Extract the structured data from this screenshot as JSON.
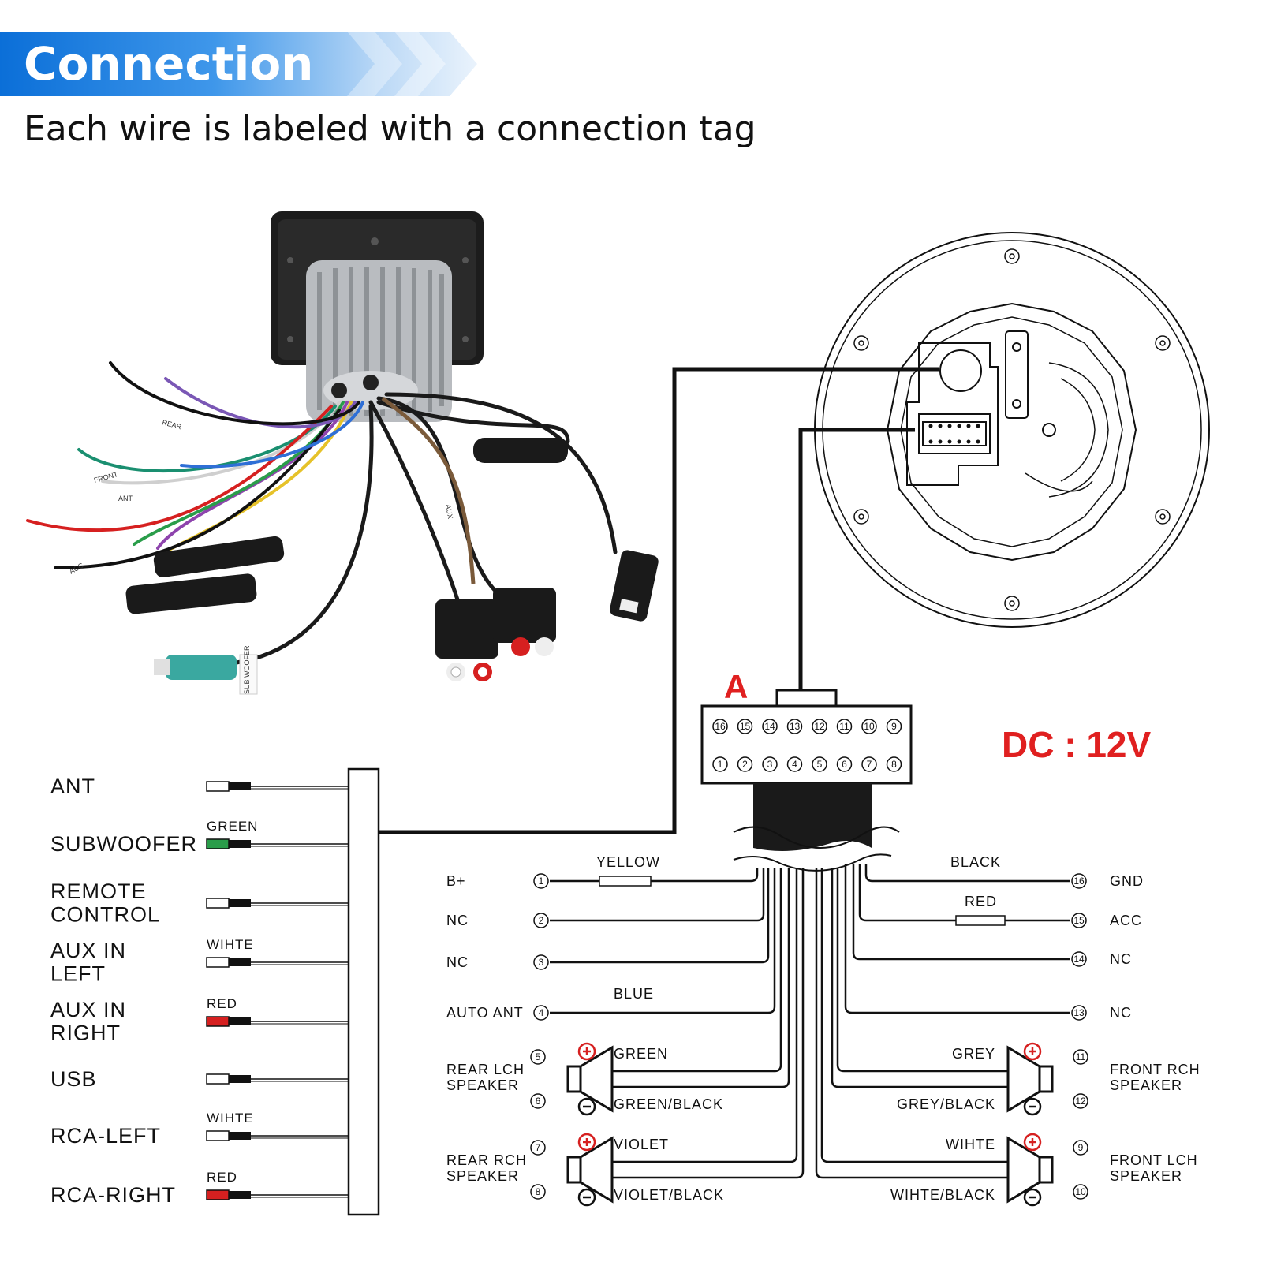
{
  "header": {
    "title": "Connection",
    "subtitle": "Each wire is labeled with a connection tag",
    "accent_color": "#1a7fe0"
  },
  "left_panel": {
    "items": [
      {
        "label": "ANT",
        "color_tag": "",
        "plug_color": "#ffffff"
      },
      {
        "label": "SUBWOOFER",
        "color_tag": "GREEN",
        "plug_color": "#2a9d4a"
      },
      {
        "label": "REMOTE\nCONTROL",
        "color_tag": "",
        "plug_color": "#ffffff"
      },
      {
        "label": "AUX IN\nLEFT",
        "color_tag": "WIHTE",
        "plug_color": "#ffffff"
      },
      {
        "label": "AUX IN\nRIGHT",
        "color_tag": "RED",
        "plug_color": "#d62020"
      },
      {
        "label": "USB",
        "color_tag": "",
        "plug_color": "#ffffff"
      },
      {
        "label": "RCA-LEFT",
        "color_tag": "WIHTE",
        "plug_color": "#ffffff"
      },
      {
        "label": "RCA-RIGHT",
        "color_tag": "RED",
        "plug_color": "#d62020"
      }
    ]
  },
  "connector": {
    "label": "A",
    "top_pins": [
      "16",
      "15",
      "14",
      "13",
      "12",
      "11",
      "10",
      "9"
    ],
    "bottom_pins": [
      "1",
      "2",
      "3",
      "4",
      "5",
      "6",
      "7",
      "8"
    ]
  },
  "power": {
    "text": "DC : 12V",
    "color": "#e02020"
  },
  "wiring_left": [
    {
      "pin": "1",
      "function": "B+",
      "wire": "YELLOW"
    },
    {
      "pin": "2",
      "function": "NC",
      "wire": ""
    },
    {
      "pin": "3",
      "function": "NC",
      "wire": ""
    },
    {
      "pin": "4",
      "function": "AUTO ANT",
      "wire": "BLUE"
    }
  ],
  "wiring_right": [
    {
      "pin": "16",
      "function": "GND",
      "wire": "BLACK"
    },
    {
      "pin": "15",
      "function": "ACC",
      "wire": "RED"
    },
    {
      "pin": "14",
      "function": "NC",
      "wire": ""
    },
    {
      "pin": "13",
      "function": "NC",
      "wire": ""
    }
  ],
  "speakers": [
    {
      "name": "REAR LCH\nSPEAKER",
      "side": "left",
      "pos_pin": "5",
      "neg_pin": "6",
      "pos_wire": "GREEN",
      "neg_wire": "GREEN/BLACK"
    },
    {
      "name": "REAR RCH\nSPEAKER",
      "side": "left",
      "pos_pin": "7",
      "neg_pin": "8",
      "pos_wire": "VIOLET",
      "neg_wire": "VIOLET/BLACK"
    },
    {
      "name": "FRONT RCH\nSPEAKER",
      "side": "right",
      "pos_pin": "11",
      "neg_pin": "12",
      "pos_wire": "GREY",
      "neg_wire": "GREY/BLACK"
    },
    {
      "name": "FRONT LCH\nSPEAKER",
      "side": "right",
      "pos_pin": "9",
      "neg_pin": "10",
      "pos_wire": "WIHTE",
      "neg_wire": "WIHTE/BLACK"
    }
  ],
  "product_photo_tags": [
    "REAR",
    "FRONT",
    "ANT",
    "ACC",
    "AUX",
    "SUB WOOFER"
  ]
}
